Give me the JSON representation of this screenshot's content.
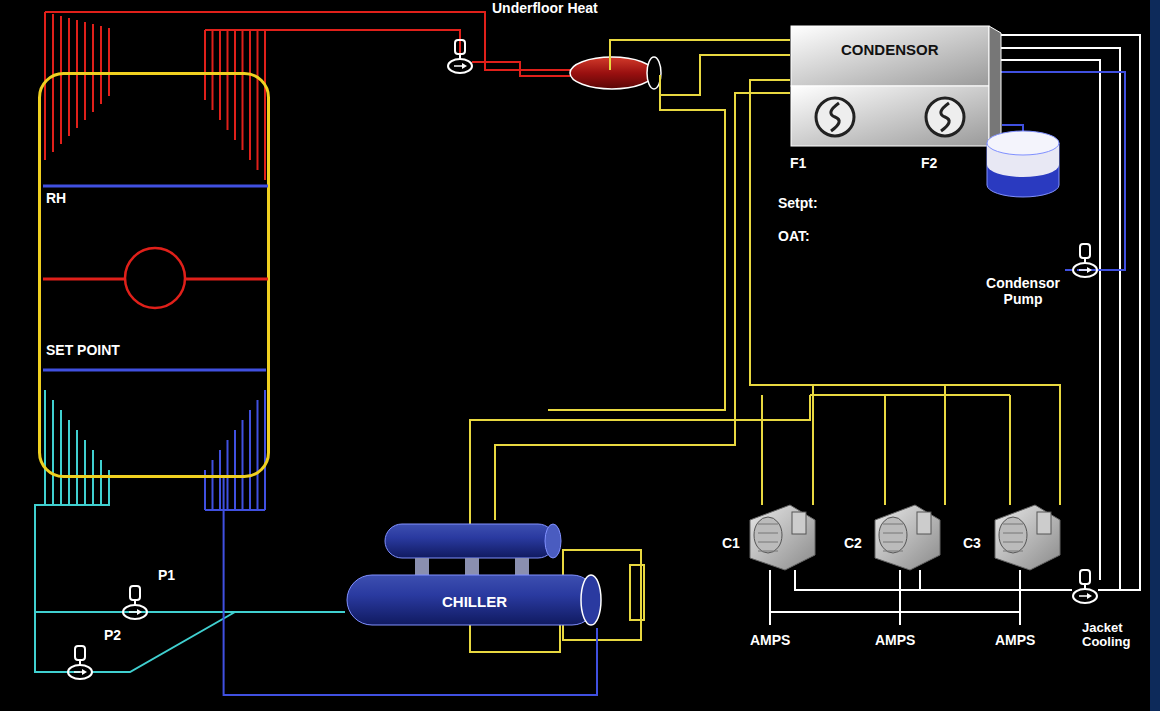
{
  "diagram": {
    "nodes": [
      {
        "text": [
          "RH",
          "SET POINT"
        ]
      },
      {
        "text": [
          "CONDENSOR"
        ]
      },
      {
        "text": [
          "CHILLER"
        ]
      },
      {
        "text": [
          "Condensor Pump"
        ]
      }
    ],
    "edges": [
      {
        "from": 0,
        "to": 2,
        "arrow": "none"
      },
      {
        "from": 1,
        "to": 2,
        "arrow": "none"
      },
      {
        "from": 1,
        "to": 3,
        "arrow": "none"
      }
    ],
    "labels": [
      "Underfloor Heat",
      "F1",
      "F2",
      "Setpt:",
      "OAT:",
      "P1",
      "P2",
      "C1",
      "C2",
      "C3",
      "AMPS",
      "AMPS",
      "AMPS",
      "Jacket Cooling"
    ]
  }
}
